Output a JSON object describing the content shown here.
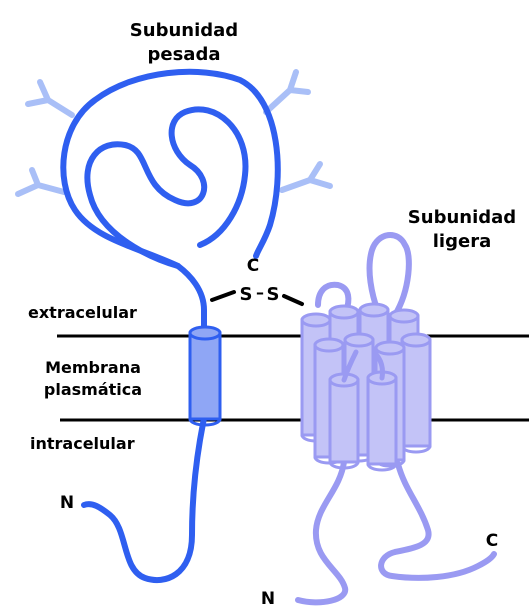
{
  "labels": {
    "heavy_title_line1": "Subunidad",
    "heavy_title_line2": "pesada",
    "light_title_line1": "Subunidad",
    "light_title_line2": "ligera",
    "extracellular": "extracelular",
    "membrane_line1": "Membrana",
    "membrane_line2": "plasmática",
    "intracellular": "intracelular",
    "heavy_c_terminus": "C",
    "heavy_n_terminus": "N",
    "light_c_terminus": "C",
    "light_n_terminus": "N",
    "disulfide_s1": "S",
    "disulfide_dash": "–",
    "disulfide_s2": "S"
  },
  "colors": {
    "heavy_chain": "#2f5ff0",
    "heavy_helix_fill": "#8fa6f5",
    "glycan": "#a9bff7",
    "light_chain": "#9a9af2",
    "light_helix_fill": "#c3c3f7",
    "membrane_line": "#000000",
    "text": "#000000"
  }
}
